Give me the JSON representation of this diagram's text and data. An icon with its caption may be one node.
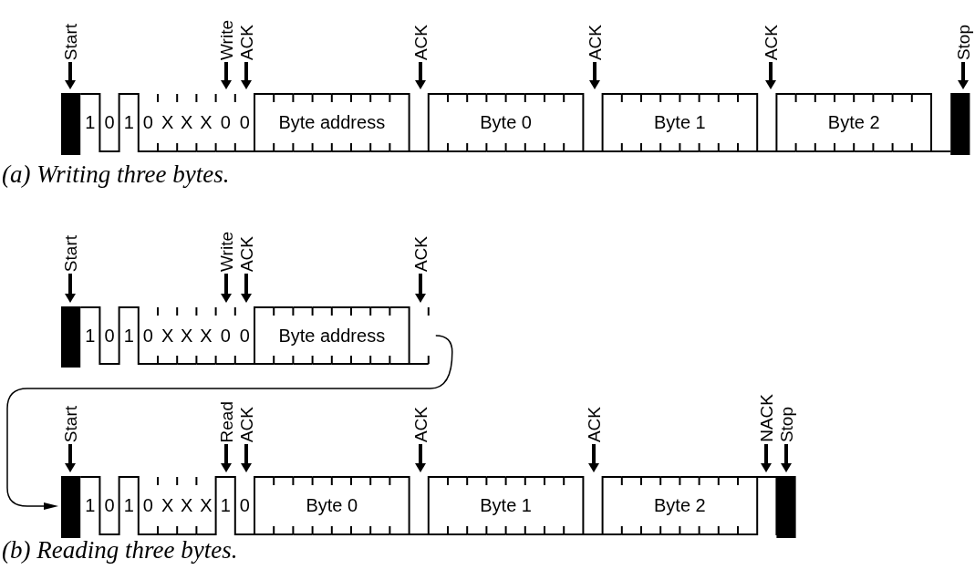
{
  "diagram": {
    "nodes": [
      {
        "text": [
          "Start"
        ]
      },
      {
        "text": [
          "Write"
        ]
      },
      {
        "text": [
          "ACK"
        ]
      },
      {
        "text": [
          "ACK"
        ]
      },
      {
        "text": [
          "ACK"
        ]
      },
      {
        "text": [
          "ACK"
        ]
      },
      {
        "text": [
          "Stop"
        ]
      },
      {
        "text": [
          "1",
          "0",
          "1",
          "0",
          "X",
          "X",
          "X",
          "0",
          "0",
          "Byte address",
          "Byte 0",
          "Byte 1",
          "Byte 2"
        ]
      },
      {
        "text": [
          "Start"
        ]
      },
      {
        "text": [
          "Write"
        ]
      },
      {
        "text": [
          "ACK"
        ]
      },
      {
        "text": [
          "ACK"
        ]
      },
      {
        "text": [
          "1",
          "0",
          "1",
          "0",
          "X",
          "X",
          "X",
          "0",
          "0",
          "Byte address"
        ]
      },
      {
        "text": [
          "Start"
        ]
      },
      {
        "text": [
          "Read"
        ]
      },
      {
        "text": [
          "ACK"
        ]
      },
      {
        "text": [
          "ACK"
        ]
      },
      {
        "text": [
          "ACK"
        ]
      },
      {
        "text": [
          "NACK"
        ]
      },
      {
        "text": [
          "Stop"
        ]
      },
      {
        "text": [
          "1",
          "0",
          "1",
          "0",
          "X",
          "X",
          "X",
          "1",
          "0",
          "Byte 0",
          "Byte 1",
          "Byte 2"
        ]
      }
    ],
    "edges": [
      {
        "from": 0,
        "to": 7,
        "arrow": "to"
      },
      {
        "from": 1,
        "to": 7,
        "arrow": "to"
      },
      {
        "from": 2,
        "to": 7,
        "arrow": "to"
      },
      {
        "from": 3,
        "to": 7,
        "arrow": "to"
      },
      {
        "from": 4,
        "to": 7,
        "arrow": "to"
      },
      {
        "from": 5,
        "to": 7,
        "arrow": "to"
      },
      {
        "from": 6,
        "to": 7,
        "arrow": "to"
      },
      {
        "from": 8,
        "to": 12,
        "arrow": "to"
      },
      {
        "from": 9,
        "to": 12,
        "arrow": "to"
      },
      {
        "from": 10,
        "to": 12,
        "arrow": "to"
      },
      {
        "from": 11,
        "to": 12,
        "arrow": "to"
      },
      {
        "from": 12,
        "to": 20,
        "arrow": "to"
      },
      {
        "from": 13,
        "to": 20,
        "arrow": "to"
      },
      {
        "from": 14,
        "to": 20,
        "arrow": "to"
      },
      {
        "from": 15,
        "to": 20,
        "arrow": "to"
      },
      {
        "from": 16,
        "to": 20,
        "arrow": "to"
      },
      {
        "from": 17,
        "to": 20,
        "arrow": "to"
      },
      {
        "from": 18,
        "to": 20,
        "arrow": "to"
      },
      {
        "from": 19,
        "to": 20,
        "arrow": "to"
      }
    ],
    "labels": [
      "(a) Writing three bytes.",
      "(b) Reading three bytes."
    ]
  }
}
